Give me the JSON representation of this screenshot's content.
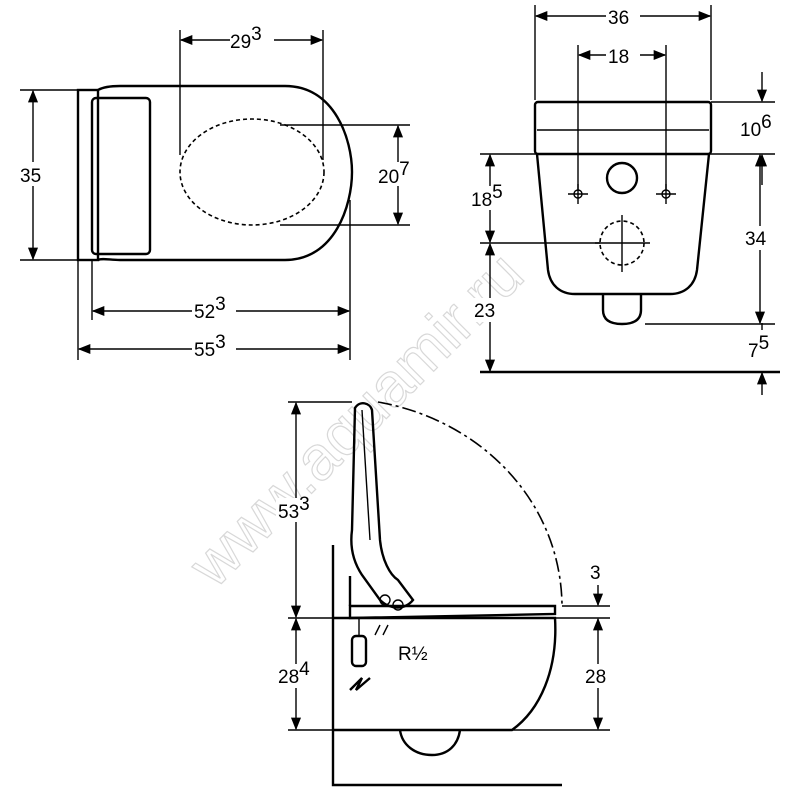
{
  "watermark": "www.aquamir.ru",
  "top_view": {
    "dims": [
      {
        "id": "seat-width",
        "main": "29",
        "sup": "3"
      },
      {
        "id": "overall-height",
        "main": "35",
        "sup": ""
      },
      {
        "id": "seat-depth",
        "main": "20",
        "sup": "7"
      },
      {
        "id": "bowl-length",
        "main": "52",
        "sup": "3"
      },
      {
        "id": "overall-length",
        "main": "55",
        "sup": "3"
      }
    ]
  },
  "front_view": {
    "dims": [
      {
        "id": "overall-width",
        "main": "36",
        "sup": ""
      },
      {
        "id": "bolt-spacing",
        "main": "18",
        "sup": ""
      },
      {
        "id": "seat-thickness",
        "main": "10",
        "sup": "6"
      },
      {
        "id": "drain-to-bolts",
        "main": "18",
        "sup": "5"
      },
      {
        "id": "bowl-height",
        "main": "34",
        "sup": ""
      },
      {
        "id": "drain-height",
        "main": "23",
        "sup": ""
      },
      {
        "id": "floor-gap",
        "main": "7",
        "sup": "5"
      }
    ]
  },
  "side_view": {
    "dims": [
      {
        "id": "lid-height",
        "main": "53",
        "sup": "3"
      },
      {
        "id": "seat-offset",
        "main": "3",
        "sup": ""
      },
      {
        "id": "connection-height",
        "main": "28",
        "sup": "4"
      },
      {
        "id": "bowl-rim-height",
        "main": "28",
        "sup": ""
      }
    ],
    "thread_label": "R½"
  }
}
